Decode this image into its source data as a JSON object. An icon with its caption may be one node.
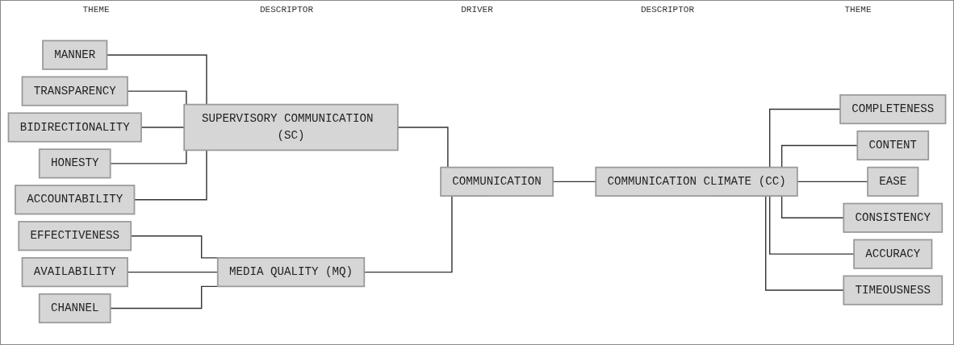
{
  "diagram": {
    "nodes": [
      {
        "text": [
          "MANNER"
        ]
      },
      {
        "text": [
          "TRANSPARENCY"
        ]
      },
      {
        "text": [
          "BIDIRECTIONALITY"
        ]
      },
      {
        "text": [
          "HONESTY"
        ]
      },
      {
        "text": [
          "ACCOUNTABILITY"
        ]
      },
      {
        "text": [
          "EFFECTIVENESS"
        ]
      },
      {
        "text": [
          "AVAILABILITY"
        ]
      },
      {
        "text": [
          "CHANNEL"
        ]
      },
      {
        "text": [
          "SUPERVISORY COMMUNICATION (SC)"
        ]
      },
      {
        "text": [
          "MEDIA QUALITY (MQ)"
        ]
      },
      {
        "text": [
          "COMMUNICATION"
        ]
      },
      {
        "text": [
          "COMMUNICATION CLIMATE (CC)"
        ]
      },
      {
        "text": [
          "COMPLETENESS"
        ]
      },
      {
        "text": [
          "CONTENT"
        ]
      },
      {
        "text": [
          "EASE"
        ]
      },
      {
        "text": [
          "CONSISTENCY"
        ]
      },
      {
        "text": [
          "ACCURACY"
        ]
      },
      {
        "text": [
          "TIMEOUSNESS"
        ]
      }
    ],
    "edges": [
      {
        "from": 0,
        "to": 8,
        "arrow": "none"
      },
      {
        "from": 1,
        "to": 8,
        "arrow": "none"
      },
      {
        "from": 2,
        "to": 8,
        "arrow": "none"
      },
      {
        "from": 3,
        "to": 8,
        "arrow": "none"
      },
      {
        "from": 4,
        "to": 8,
        "arrow": "none"
      },
      {
        "from": 5,
        "to": 9,
        "arrow": "none"
      },
      {
        "from": 6,
        "to": 9,
        "arrow": "none"
      },
      {
        "from": 7,
        "to": 9,
        "arrow": "none"
      },
      {
        "from": 8,
        "to": 10,
        "arrow": "none"
      },
      {
        "from": 9,
        "to": 10,
        "arrow": "none"
      },
      {
        "from": 10,
        "to": 11,
        "arrow": "none"
      },
      {
        "from": 11,
        "to": 12,
        "arrow": "none"
      },
      {
        "from": 11,
        "to": 13,
        "arrow": "none"
      },
      {
        "from": 11,
        "to": 14,
        "arrow": "none"
      },
      {
        "from": 11,
        "to": 15,
        "arrow": "none"
      },
      {
        "from": 11,
        "to": 16,
        "arrow": "none"
      },
      {
        "from": 11,
        "to": 17,
        "arrow": "none"
      }
    ],
    "labels": [
      "THEME",
      "DESCRIPTOR",
      "DRIVER",
      "DESCRIPTOR",
      "THEME"
    ]
  }
}
